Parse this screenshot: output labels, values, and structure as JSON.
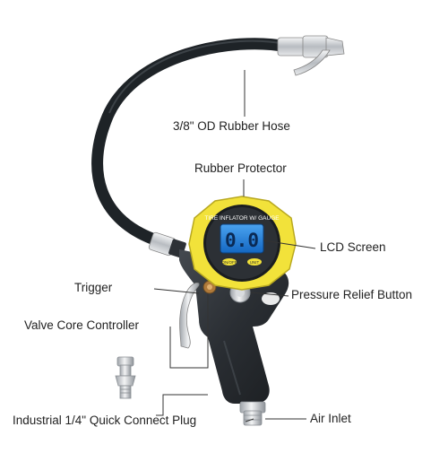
{
  "labels": {
    "hose": "3/8\" OD Rubber Hose",
    "rubber_protector": "Rubber Protector",
    "lcd_screen": "LCD Screen",
    "trigger": "Trigger",
    "pressure_relief": "Pressure Relief Button",
    "valve_core": "Valve Core Controller",
    "quick_connect": "Industrial 1/4\" Quick Connect Plug",
    "air_inlet": "Air Inlet"
  },
  "gauge": {
    "header_text": "TIRE INFLATOR W/ GAUGE",
    "display": "0.0",
    "left_button": "ON/OFF",
    "right_button": "UNIT"
  },
  "colors": {
    "hose": "#1e2327",
    "gauge_housing": "#f2e23a",
    "lcd": "#1f7fd8",
    "body": "#2d3136",
    "chrome": "#c9ccd0"
  }
}
